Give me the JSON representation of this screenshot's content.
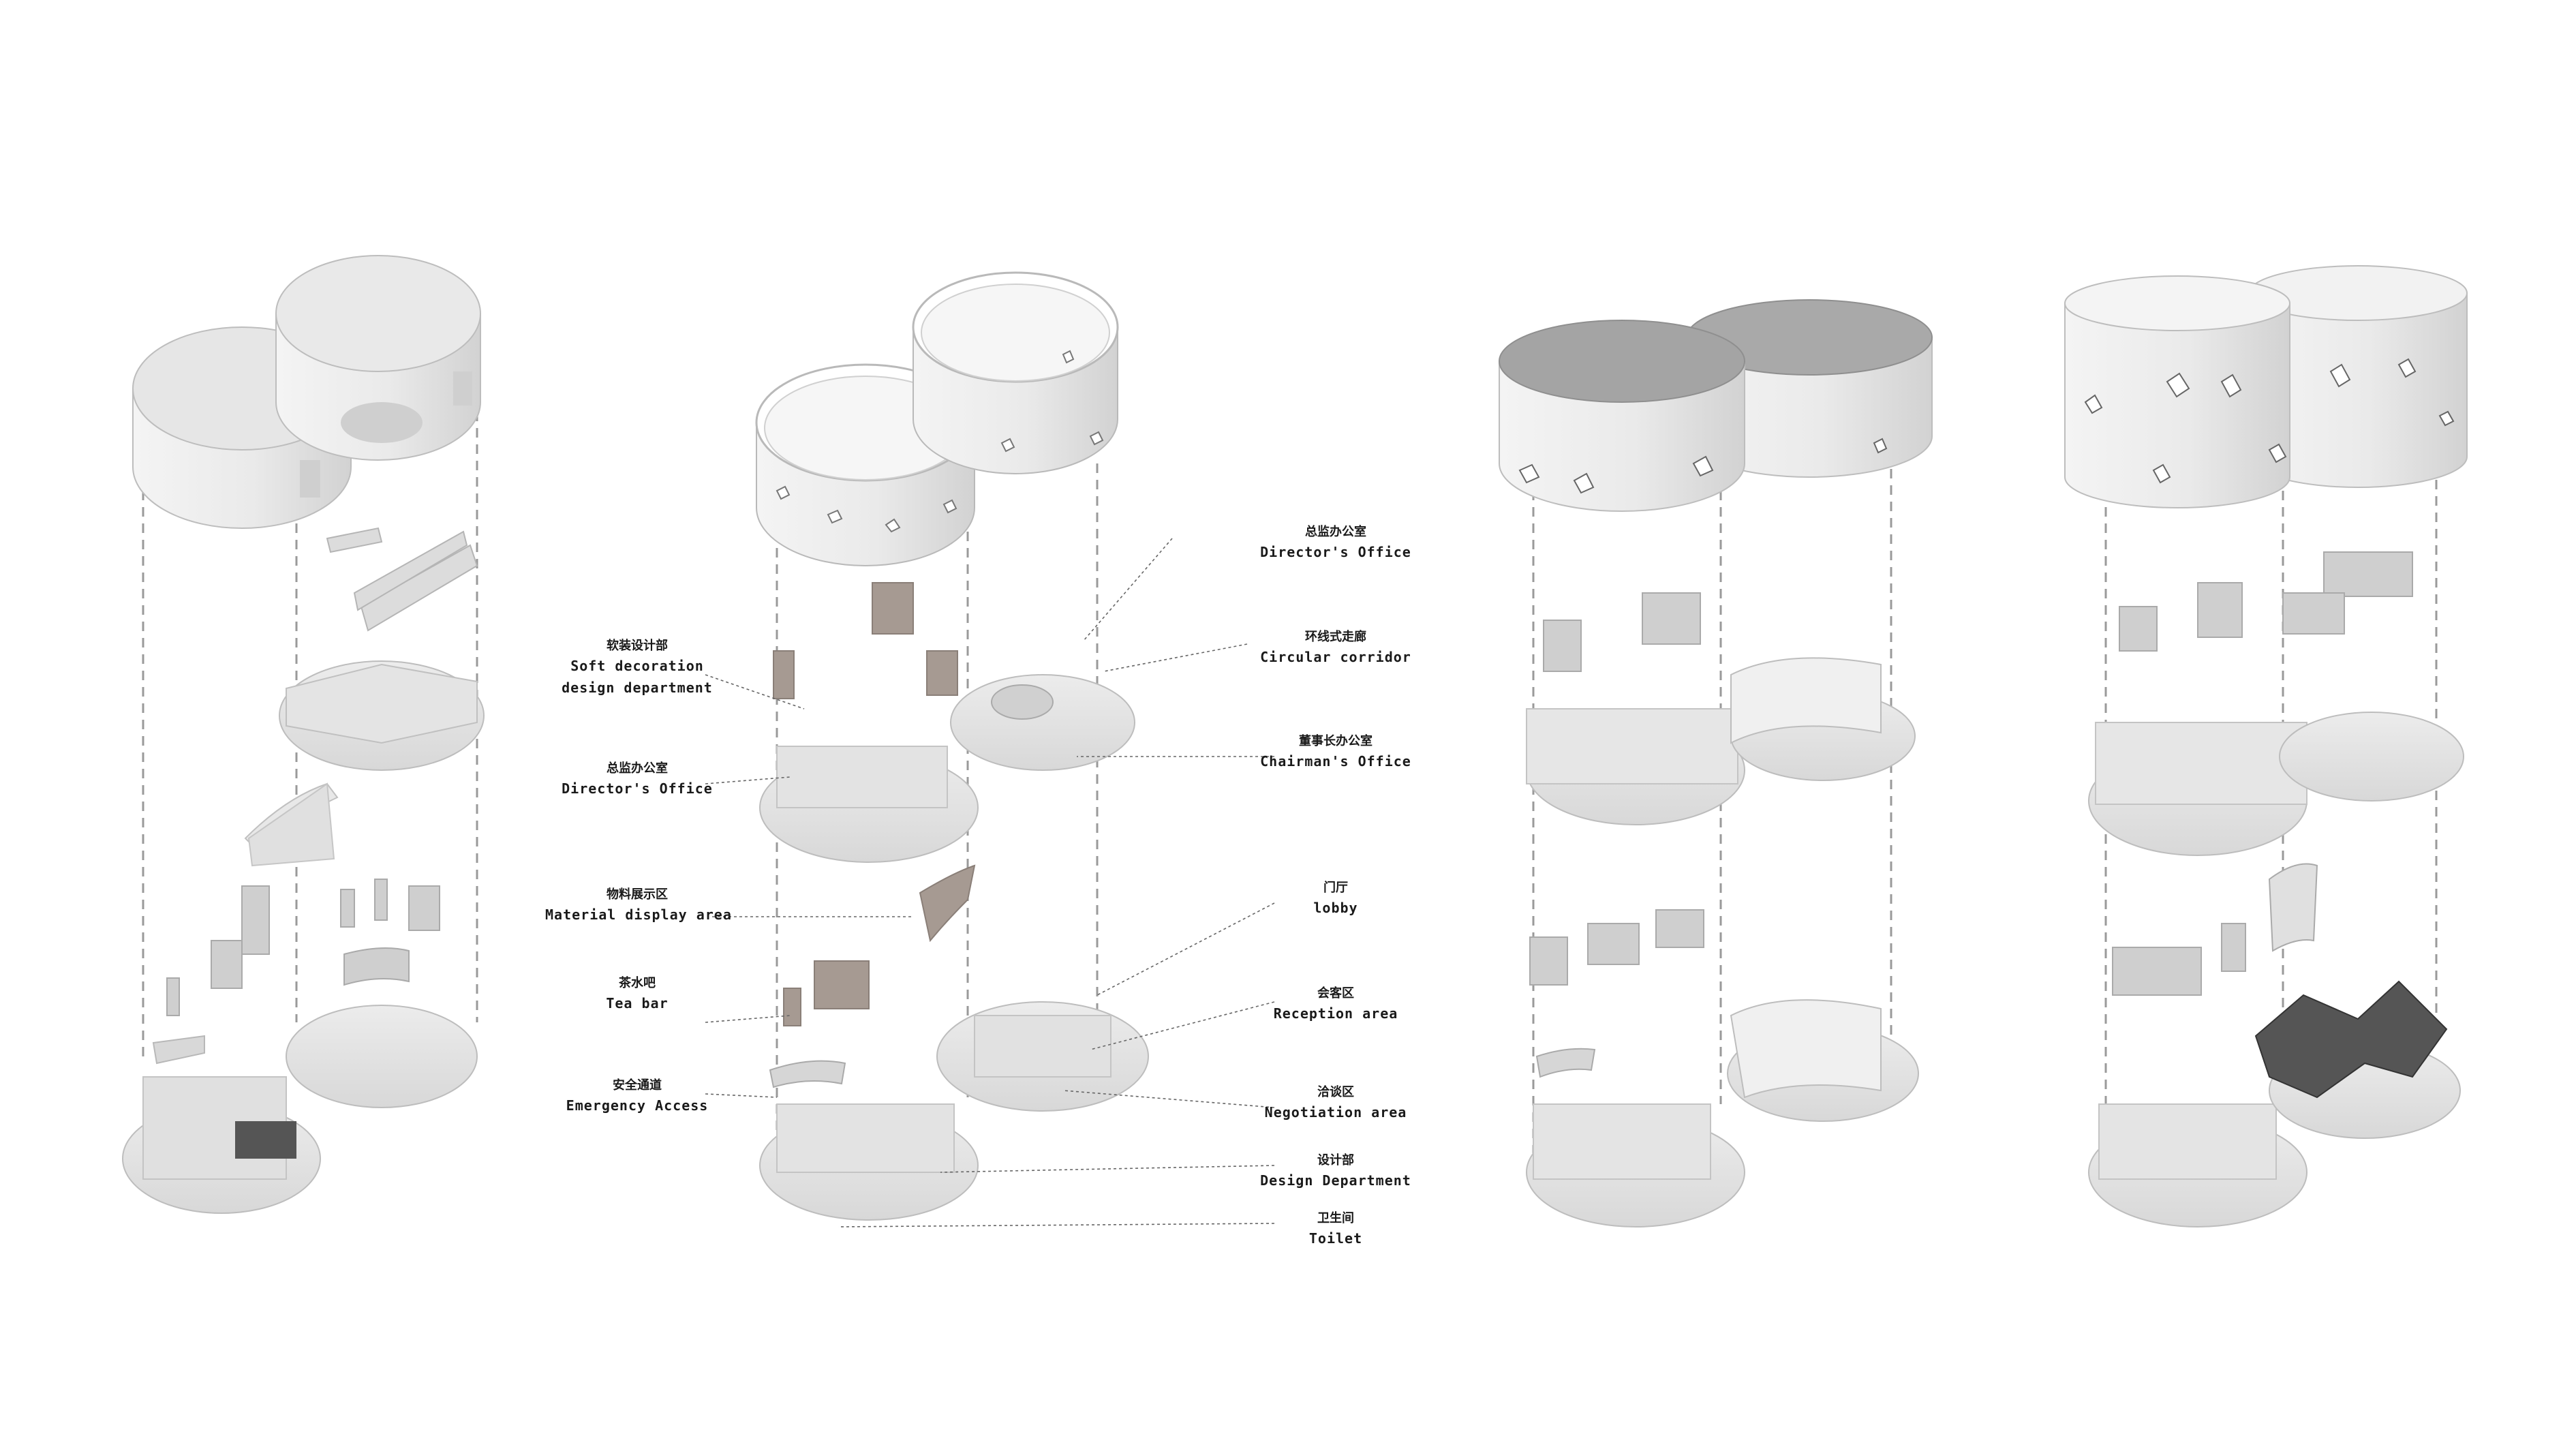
{
  "labels": {
    "soft_decoration": {
      "zh": "软装设计部",
      "en": "Soft decoration",
      "en2": "design department"
    },
    "director_office_left": {
      "zh": "总监办公室",
      "en": "Director's Office"
    },
    "material_display": {
      "zh": "物料展示区",
      "en": "Material display area"
    },
    "tea_bar": {
      "zh": "茶水吧",
      "en": "Tea bar"
    },
    "emergency_access": {
      "zh": "安全通道",
      "en": "Emergency Access"
    },
    "director_office_right": {
      "zh": "总监办公室",
      "en": "Director's Office"
    },
    "circular_corridor": {
      "zh": "环线式走廊",
      "en": "Circular corridor"
    },
    "chairman_office": {
      "zh": "董事长办公室",
      "en": "Chairman's Office"
    },
    "lobby": {
      "zh": "门厅",
      "en": "lobby"
    },
    "reception_area": {
      "zh": "会客区",
      "en": "Reception area"
    },
    "negotiation_area": {
      "zh": "洽谈区",
      "en": "Negotiation area"
    },
    "design_department": {
      "zh": "设计部",
      "en": "Design Department"
    },
    "toilet": {
      "zh": "卫生间",
      "en": "Toilet"
    }
  },
  "colors": {
    "background": "#ffffff",
    "wall": "#ececec",
    "wall_shade": "#d6d6d6",
    "floor": "#e2e2e2",
    "panel_brown": "#a69a92",
    "dark_accent": "#555555",
    "dashed_line": "#9a9a9a",
    "text": "#1a1a1a"
  }
}
